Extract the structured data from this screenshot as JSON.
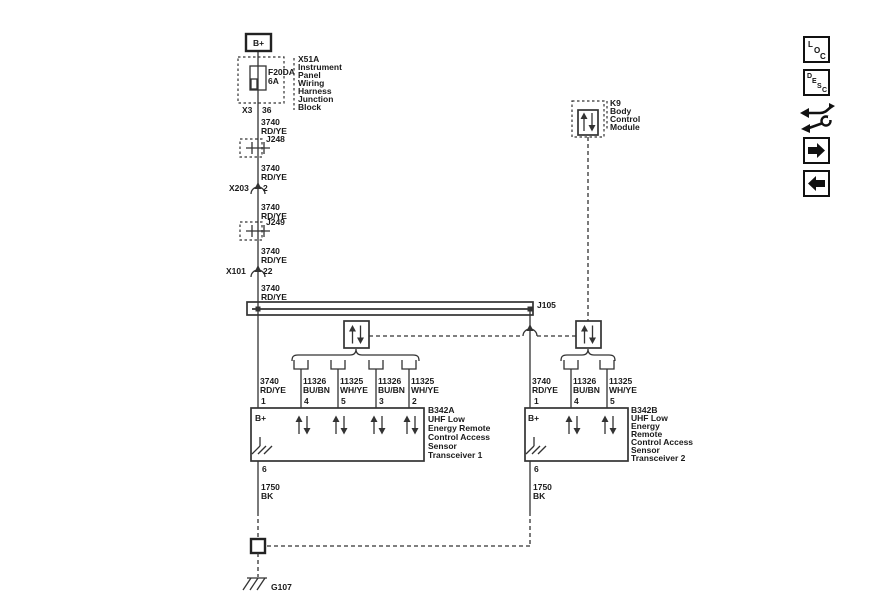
{
  "colors": {
    "line": "#333333",
    "text": "#1a1a1a",
    "background": "#ffffff"
  },
  "diagram": {
    "battery_label": "B+",
    "fuse": {
      "name": "F20DA",
      "rating": "6A"
    },
    "junction_block_lines": [
      "X51A",
      "Instrument",
      "Panel",
      "Wiring",
      "Harness",
      "Junction",
      "Block"
    ],
    "x3": {
      "name": "X3",
      "pin": "36"
    },
    "splice1": "J248",
    "splice2": "J249",
    "x203": {
      "name": "X203",
      "pin": "2"
    },
    "x101": {
      "name": "X101",
      "pin": "22"
    },
    "bus": "J105",
    "bcm_lines": [
      "K9",
      "Body",
      "Control",
      "Module"
    ],
    "wire_power": {
      "circuit": "3740",
      "color": "RD/YE"
    },
    "wire_bu": {
      "circuit": "11326",
      "color": "BU/BN"
    },
    "wire_wh": {
      "circuit": "11325",
      "color": "WH/YE"
    },
    "wire_gnd": {
      "circuit": "1750",
      "color": "BK"
    },
    "b342a": {
      "bplus": "B+",
      "pins": [
        "1",
        "4",
        "5",
        "3",
        "2"
      ],
      "gnd_pin": "6",
      "label_lines": [
        "B342A",
        "UHF Low",
        "Energy Remote",
        "Control Access",
        "Sensor",
        "Transceiver 1"
      ]
    },
    "b342b": {
      "bplus": "B+",
      "pins": [
        "1",
        "4",
        "5"
      ],
      "gnd_pin": "6",
      "label_lines": [
        "B342B",
        "UHF Low",
        "Energy",
        "Remote",
        "Control Access",
        "Sensor",
        "Transceiver 2"
      ]
    },
    "ground": "G107"
  },
  "toolbar": {
    "loc_letters": [
      "L",
      "O",
      "C"
    ],
    "desc_letters": [
      "D",
      "E",
      "S",
      "C"
    ]
  }
}
